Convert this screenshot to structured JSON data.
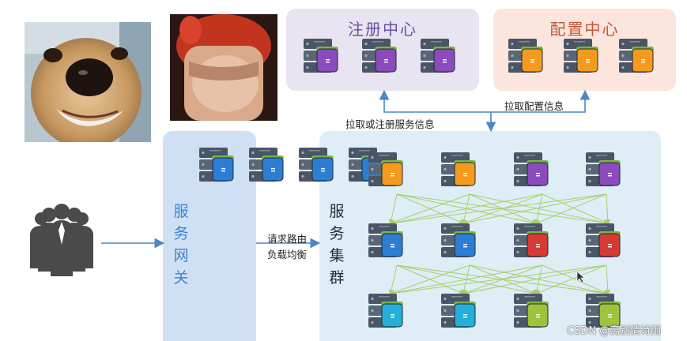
{
  "registry": {
    "title": "注册中心",
    "server_colors": [
      "#8a4bbd",
      "#8a4bbd",
      "#8a4bbd"
    ]
  },
  "config_center": {
    "title": "配置中心",
    "server_colors": [
      "#f39a1f",
      "#f39a1f",
      "#f39a1f"
    ]
  },
  "gateway": {
    "title": "服务网关",
    "server_colors": [
      "#2c7ed4",
      "#2c7ed4",
      "#2c7ed4",
      "#2c7ed4"
    ]
  },
  "cluster": {
    "title": "服务集群",
    "rows": [
      [
        "#f39a1f",
        "#f39a1f",
        "#8a4bbd",
        "#8a4bbd"
      ],
      [
        "#2c7ed4",
        "#2c7ed4",
        "#d63a33",
        "#d63a33"
      ],
      [
        "#22b0d8",
        "#22b0d8",
        "#9fc33a",
        "#9fc33a"
      ]
    ]
  },
  "labels": {
    "pull_register": "拉取或注册服务信息",
    "pull_config": "拉取配置信息",
    "route_line1": "请求路由",
    "route_line2": "负载均衡"
  },
  "icons": [
    "users-icon",
    "server-icon",
    "cursor-icon"
  ],
  "watermark": "CSDN @离别情诗雨",
  "colors": {
    "accent_green": "#7cb342",
    "arrow": "#4a86c8",
    "mesh_line": "#a8cf6a"
  }
}
